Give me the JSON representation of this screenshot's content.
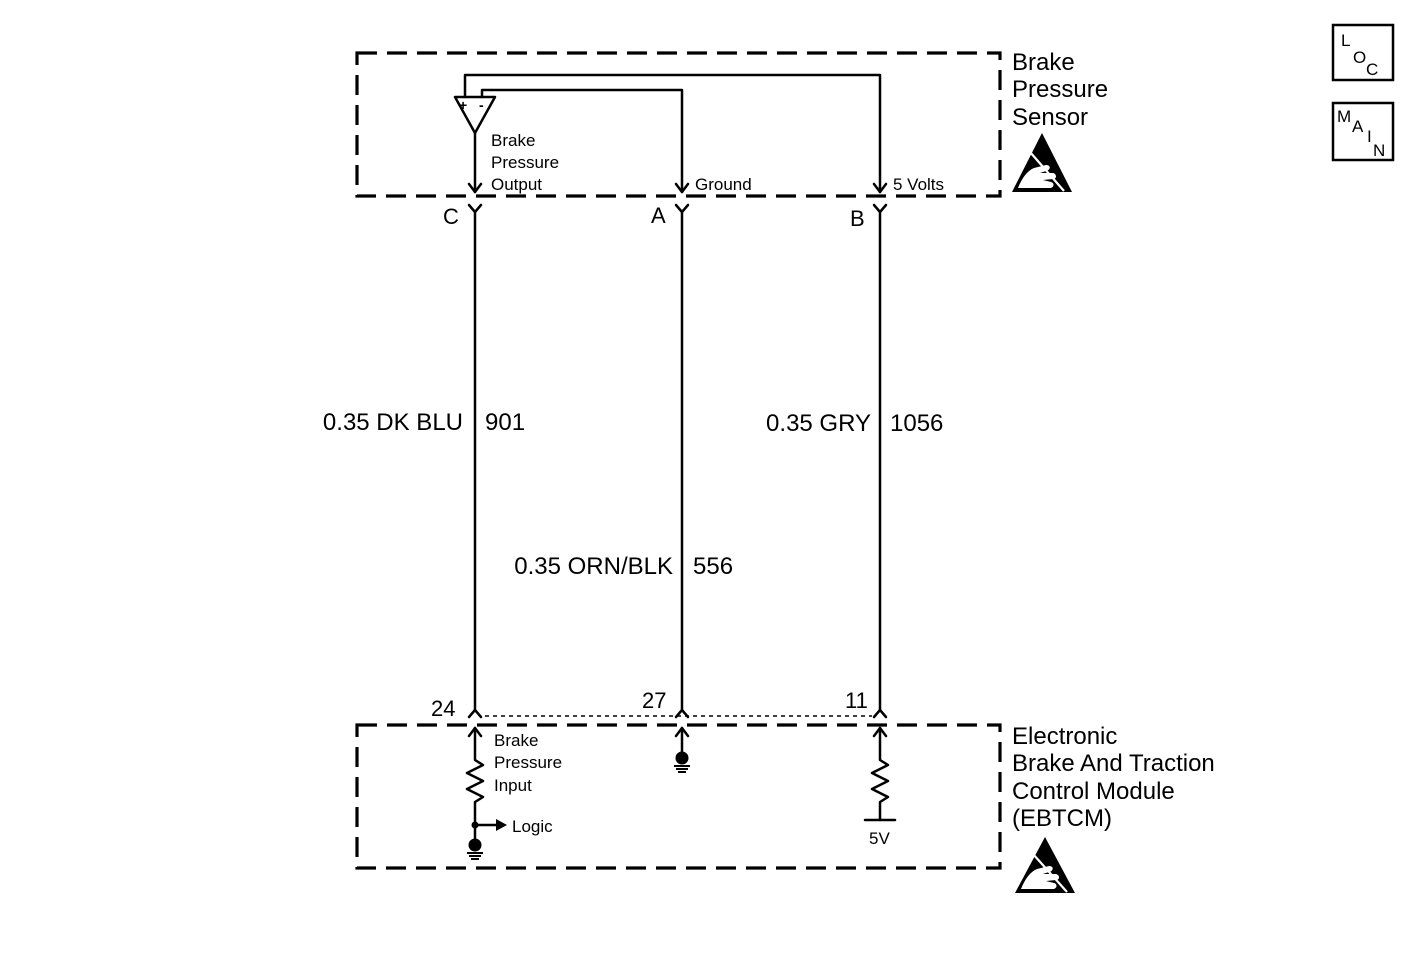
{
  "nav": {
    "loc": {
      "letters": [
        "L",
        "O",
        "C"
      ]
    },
    "main": {
      "letters": [
        "M",
        "A",
        "I",
        "N"
      ]
    }
  },
  "sensor": {
    "title_lines": [
      "Brake",
      "Pressure",
      "Sensor"
    ],
    "terminal_plus": "+",
    "terminal_minus": "-",
    "output_label_lines": [
      "Brake",
      "Pressure",
      "Output"
    ],
    "ground_label": "Ground",
    "supply_label": "5 Volts",
    "icon": "esd-sensitive-icon"
  },
  "sensor_connector": {
    "pins": [
      "C",
      "A",
      "B"
    ]
  },
  "wires": [
    {
      "size_color": "0.35 DK BLU",
      "circuit": "901"
    },
    {
      "size_color": "0.35 ORN/BLK",
      "circuit": "556"
    },
    {
      "size_color": "0.35 GRY",
      "circuit": "1056"
    }
  ],
  "module_connector": {
    "pins": [
      "24",
      "27",
      "11"
    ]
  },
  "module": {
    "title_lines": [
      "Electronic",
      "Brake And Traction",
      "Control Module",
      "(EBTCM)"
    ],
    "input_label_lines": [
      "Brake",
      "Pressure",
      "Input"
    ],
    "logic_label": "Logic",
    "reference_label": "5V",
    "icon": "esd-sensitive-icon"
  },
  "colors": {
    "ink": "#000000",
    "paper": "#ffffff"
  }
}
